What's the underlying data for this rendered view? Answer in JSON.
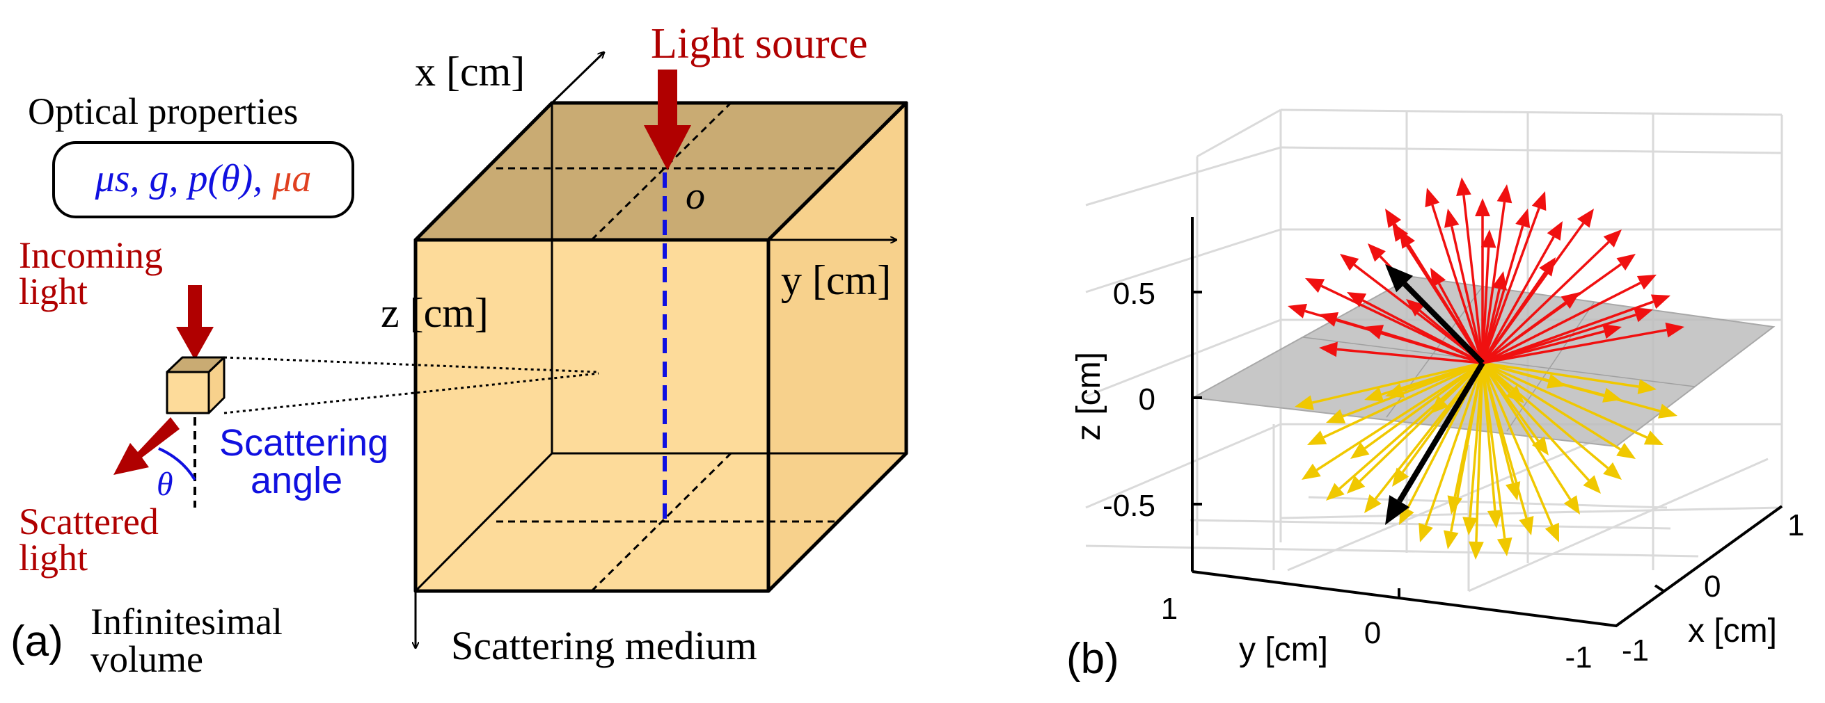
{
  "colors": {
    "cube_front": "#FDDB9A",
    "cube_top": "#C9AB73",
    "cube_side": "#F7D18C",
    "dark_red": "#B00000",
    "blue": "#1010E0",
    "orange_red": "#E04020",
    "arrow_red": "#F01010",
    "arrow_yellow": "#F0C800",
    "plane_gray": "#BDBDBD"
  },
  "panel_a": {
    "panel_label": "(a)",
    "x_axis_label": "x [cm]",
    "y_axis_label": "y [cm]",
    "z_axis_label": "z [cm]",
    "light_source_label": "Light source",
    "origin_label": "o",
    "optical_properties_title": "Optical properties",
    "props": {
      "mu_s": "μs",
      "g": "g",
      "p_theta": "p(θ)",
      "mu_a": "μa",
      "sep": ", "
    },
    "incoming_light_line1": "Incoming",
    "incoming_light_line2": "light",
    "scattered_light_line1": "Scattered",
    "scattered_light_line2": "light",
    "scattering_angle_line1": "Scattering",
    "scattering_angle_line2": "angle",
    "theta_label": "θ",
    "infinitesimal_line1": "Infinitesimal",
    "infinitesimal_line2": "volume",
    "medium_label": "Scattering medium"
  },
  "panel_b": {
    "panel_label": "(b)",
    "z_axis_title": "z [cm]",
    "y_axis_title": "y [cm]",
    "x_axis_title": "x [cm]",
    "z_ticks": [
      "0.5",
      "0",
      "-0.5"
    ],
    "y_ticks": [
      "1",
      "0",
      "-1"
    ],
    "x_ticks": [
      "1",
      "0",
      "-1"
    ]
  }
}
